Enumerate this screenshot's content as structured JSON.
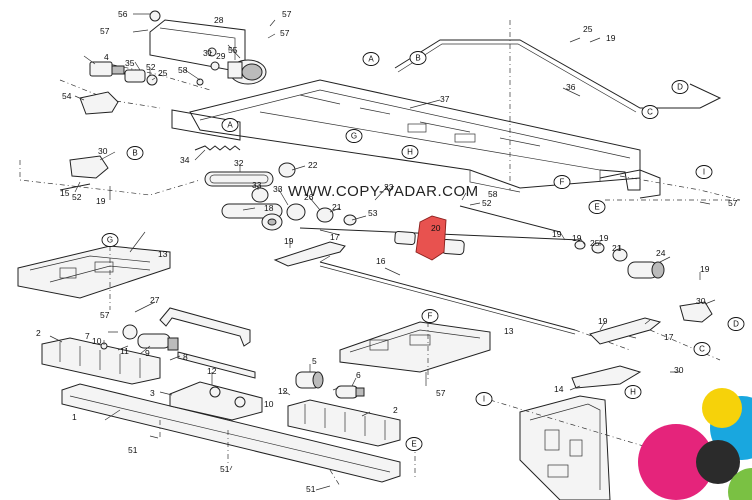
{
  "watermark": "WWW.COPY-YADAR.COM",
  "highlight_color": "#e8524f",
  "logo_colors": [
    "#e5247b",
    "#19a7df",
    "#f6d20a",
    "#2b2b2b",
    "#7ac143"
  ],
  "callouts": [
    {
      "id": "c56",
      "text": "56"
    },
    {
      "id": "c28",
      "text": "28"
    },
    {
      "id": "c57a",
      "text": "57"
    },
    {
      "id": "c57b",
      "text": "57"
    },
    {
      "id": "c57c",
      "text": "57"
    },
    {
      "id": "c4",
      "text": "4"
    },
    {
      "id": "c31",
      "text": "31"
    },
    {
      "id": "c55",
      "text": "55"
    },
    {
      "id": "c29",
      "text": "29"
    },
    {
      "id": "c35",
      "text": "35"
    },
    {
      "id": "c52a",
      "text": "52"
    },
    {
      "id": "c25a",
      "text": "25"
    },
    {
      "id": "c58a",
      "text": "58"
    },
    {
      "id": "c54",
      "text": "54"
    },
    {
      "id": "c34",
      "text": "34"
    },
    {
      "id": "c37",
      "text": "37"
    },
    {
      "id": "c36",
      "text": "36"
    },
    {
      "id": "c25b",
      "text": "25"
    },
    {
      "id": "c19a",
      "text": "19"
    },
    {
      "id": "c30a",
      "text": "30"
    },
    {
      "id": "c15",
      "text": "15"
    },
    {
      "id": "c52b",
      "text": "52"
    },
    {
      "id": "c19b",
      "text": "19"
    },
    {
      "id": "c32",
      "text": "32"
    },
    {
      "id": "c22",
      "text": "22"
    },
    {
      "id": "c33a",
      "text": "33"
    },
    {
      "id": "c33b",
      "text": "33"
    },
    {
      "id": "c23",
      "text": "23"
    },
    {
      "id": "c18",
      "text": "18"
    },
    {
      "id": "c26",
      "text": "26"
    },
    {
      "id": "c21a",
      "text": "21"
    },
    {
      "id": "c53",
      "text": "53"
    },
    {
      "id": "c58b",
      "text": "58"
    },
    {
      "id": "c52c",
      "text": "52"
    },
    {
      "id": "c57d",
      "text": "57"
    },
    {
      "id": "c20",
      "text": "20"
    },
    {
      "id": "c19c",
      "text": "19"
    },
    {
      "id": "c17a",
      "text": "17"
    },
    {
      "id": "c19d",
      "text": "19"
    },
    {
      "id": "c19e",
      "text": "19"
    },
    {
      "id": "c19f",
      "text": "19"
    },
    {
      "id": "c25c",
      "text": "25"
    },
    {
      "id": "c21b",
      "text": "21"
    },
    {
      "id": "c24",
      "text": "24"
    },
    {
      "id": "c13a",
      "text": "13"
    },
    {
      "id": "c16",
      "text": "16"
    },
    {
      "id": "c19g",
      "text": "19"
    },
    {
      "id": "c57e",
      "text": "57"
    },
    {
      "id": "c27",
      "text": "27"
    },
    {
      "id": "c2a",
      "text": "2"
    },
    {
      "id": "c7",
      "text": "7"
    },
    {
      "id": "c10a",
      "text": "10"
    },
    {
      "id": "c11",
      "text": "11"
    },
    {
      "id": "c9",
      "text": "9"
    },
    {
      "id": "c8",
      "text": "8"
    },
    {
      "id": "c30b",
      "text": "30"
    },
    {
      "id": "c13b",
      "text": "13"
    },
    {
      "id": "c19h",
      "text": "19"
    },
    {
      "id": "c17b",
      "text": "17"
    },
    {
      "id": "c5",
      "text": "5"
    },
    {
      "id": "c12a",
      "text": "12"
    },
    {
      "id": "c3",
      "text": "3"
    },
    {
      "id": "c6",
      "text": "6"
    },
    {
      "id": "c12b",
      "text": "12"
    },
    {
      "id": "c10b",
      "text": "10"
    },
    {
      "id": "c30c",
      "text": "30"
    },
    {
      "id": "c14",
      "text": "14"
    },
    {
      "id": "c57f",
      "text": "57"
    },
    {
      "id": "c2b",
      "text": "2"
    },
    {
      "id": "c1",
      "text": "1"
    },
    {
      "id": "c51a",
      "text": "51"
    },
    {
      "id": "c51b",
      "text": "51"
    },
    {
      "id": "c51c",
      "text": "51"
    }
  ],
  "connectors": [
    {
      "id": "kA1",
      "text": "A"
    },
    {
      "id": "kB1",
      "text": "B"
    },
    {
      "id": "kA2",
      "text": "A"
    },
    {
      "id": "kB2",
      "text": "B"
    },
    {
      "id": "kG1",
      "text": "G"
    },
    {
      "id": "kH1",
      "text": "H"
    },
    {
      "id": "kD1",
      "text": "D"
    },
    {
      "id": "kC1",
      "text": "C"
    },
    {
      "id": "kF1",
      "text": "F"
    },
    {
      "id": "kE1",
      "text": "E"
    },
    {
      "id": "kI1",
      "text": "I"
    },
    {
      "id": "kG2",
      "text": "G"
    },
    {
      "id": "kF2",
      "text": "F"
    },
    {
      "id": "kD2",
      "text": "D"
    },
    {
      "id": "kC2",
      "text": "C"
    },
    {
      "id": "kH2",
      "text": "H"
    },
    {
      "id": "kI2",
      "text": "I"
    },
    {
      "id": "kE2",
      "text": "E"
    }
  ]
}
